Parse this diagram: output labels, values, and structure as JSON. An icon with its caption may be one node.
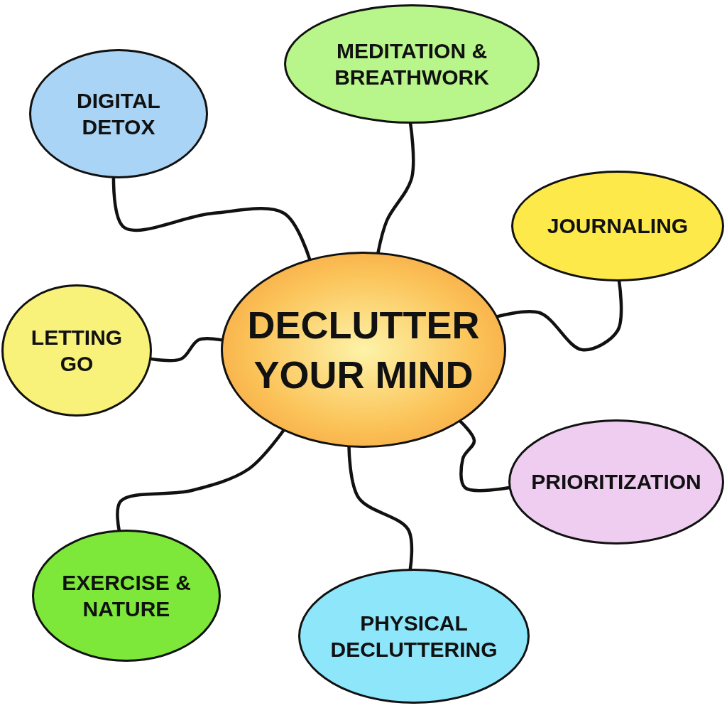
{
  "diagram": {
    "nodes": [
      {
        "text": [
          "MEDITATION & BREATHWORK"
        ]
      },
      {
        "text": [
          "DIGITAL DETOX"
        ]
      },
      {
        "text": [
          "JOURNALING"
        ]
      },
      {
        "text": [
          "LETTING GO"
        ]
      },
      {
        "text": [
          "DECLUTTER YOUR MIND"
        ]
      },
      {
        "text": [
          "PRIORITIZATION"
        ]
      },
      {
        "text": [
          "EXERCISE & NATURE"
        ]
      },
      {
        "text": [
          "PHYSICAL DECLUTTERING"
        ]
      }
    ],
    "edges": [
      {
        "from": 4,
        "to": 0,
        "arrow": "none"
      },
      {
        "from": 4,
        "to": 1,
        "arrow": "none"
      },
      {
        "from": 4,
        "to": 2,
        "arrow": "none"
      },
      {
        "from": 4,
        "to": 3,
        "arrow": "none"
      },
      {
        "from": 4,
        "to": 5,
        "arrow": "none"
      },
      {
        "from": 4,
        "to": 6,
        "arrow": "none"
      },
      {
        "from": 4,
        "to": 7,
        "arrow": "none"
      }
    ]
  }
}
